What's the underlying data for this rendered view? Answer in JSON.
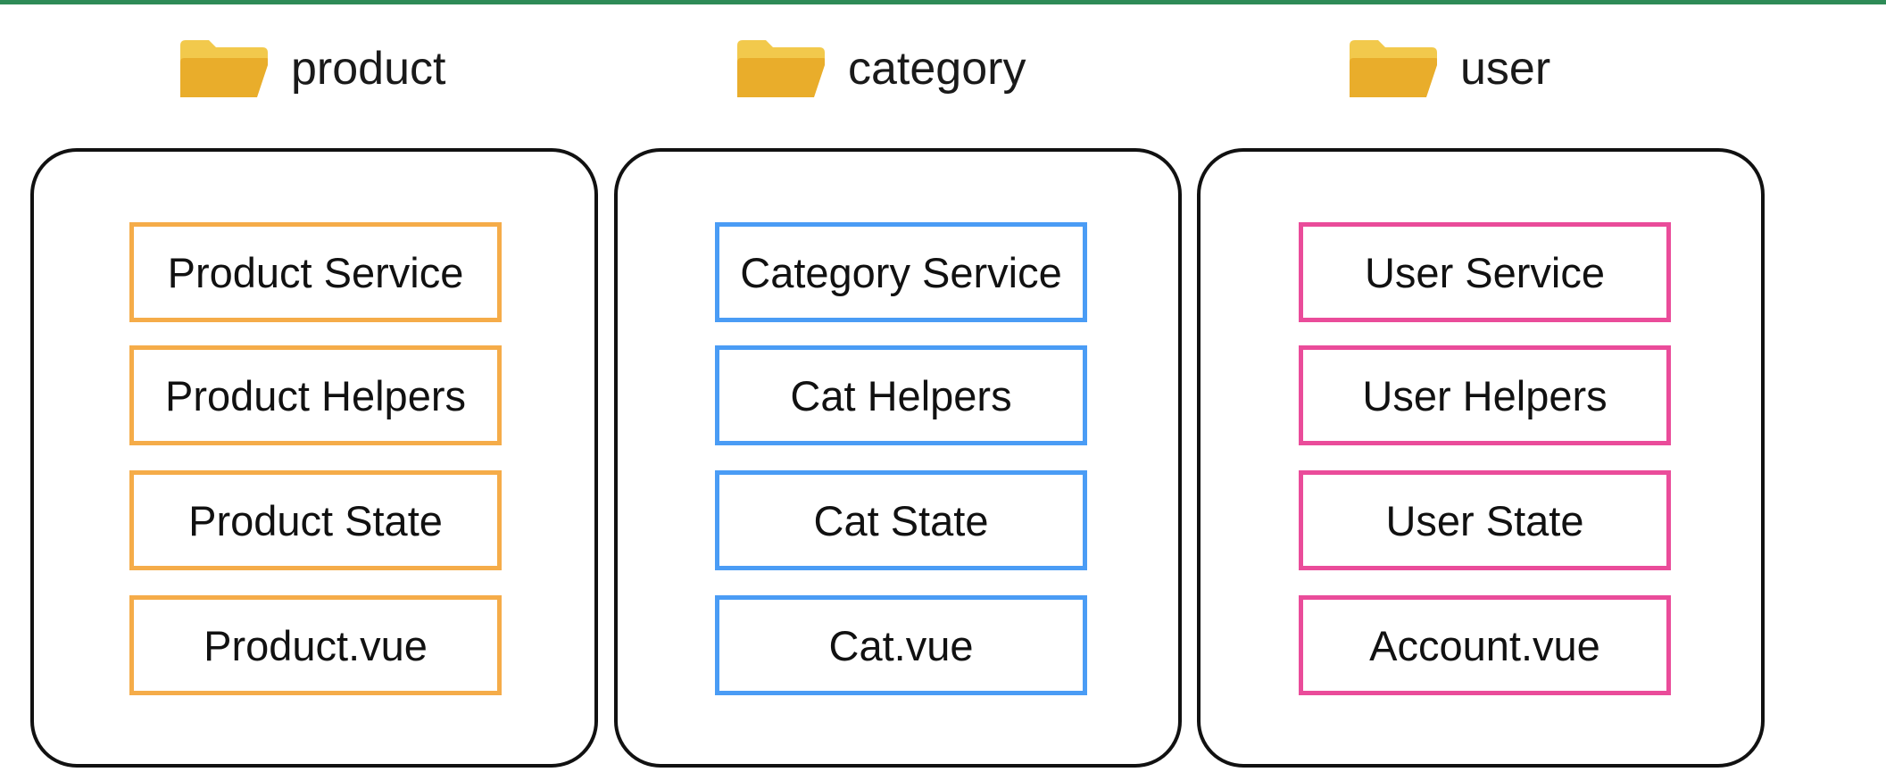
{
  "groups": [
    {
      "folder_icon": "folder-icon",
      "label": "product",
      "accent_color": "#f5ac49",
      "files": [
        "Product Service",
        "Product Helpers",
        "Product State",
        "Product.vue"
      ]
    },
    {
      "folder_icon": "folder-icon",
      "label": "category",
      "accent_color": "#4a9cf5",
      "files": [
        "Category Service",
        "Cat Helpers",
        "Cat State",
        "Cat.vue"
      ]
    },
    {
      "folder_icon": "folder-icon",
      "label": "user",
      "accent_color": "#ea4c9a",
      "files": [
        "User Service",
        "User Helpers",
        "User State",
        "Account.vue"
      ]
    }
  ],
  "colors": {
    "top_bar": "#2e8b57",
    "folder_front": "#e9ad2b",
    "folder_back": "#f2c94c",
    "module_border": "#111111"
  }
}
